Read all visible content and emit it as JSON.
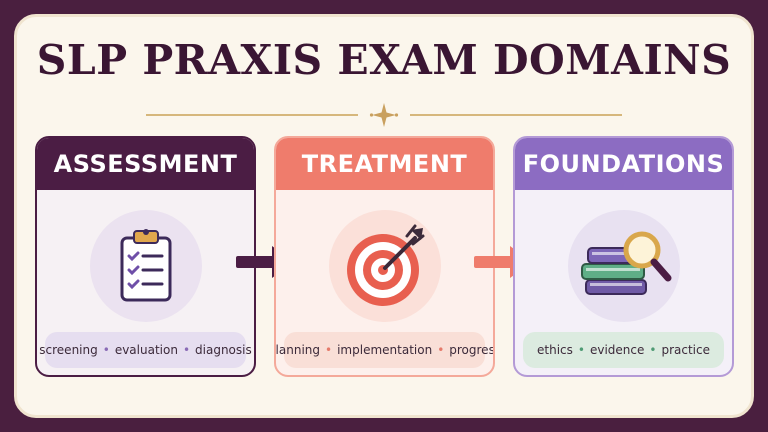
{
  "title": "SLP PRAXIS EXAM DOMAINS",
  "colors": {
    "background": "#4a1f3f",
    "panel": "#fbf6ec",
    "title": "#3a1633",
    "gold": "#d6b77c",
    "assessment": "#4b1d44",
    "treatment": "#ef7c6c",
    "foundations": "#8c6cc2"
  },
  "cards": [
    {
      "heading": "ASSESSMENT",
      "icon": "clipboard-checklist-icon",
      "keywords": [
        "screening",
        "evaluation",
        "diagnosis"
      ]
    },
    {
      "heading": "TREATMENT",
      "icon": "target-arrow-icon",
      "keywords": [
        "planning",
        "implementation",
        "progress"
      ]
    },
    {
      "heading": "FOUNDATIONS",
      "icon": "books-magnifier-icon",
      "keywords": [
        "ethics",
        "evidence",
        "practice"
      ]
    }
  ],
  "separator": "•",
  "connectors": [
    "right-arrow-icon",
    "right-arrow-icon"
  ]
}
